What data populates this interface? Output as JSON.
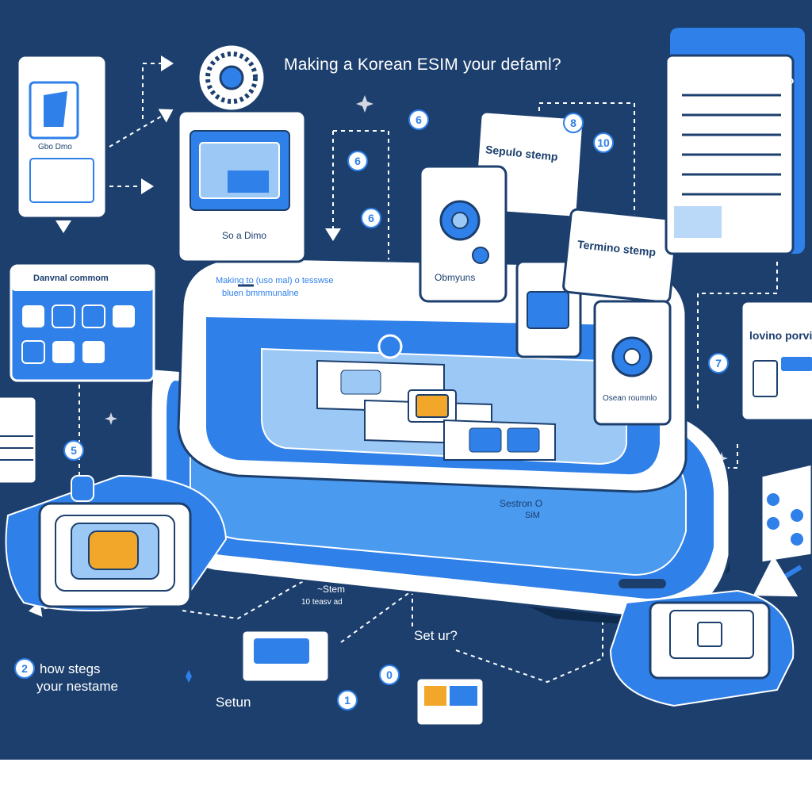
{
  "title": "Making a Korean ESIM your defaml?",
  "labels": {
    "set_up_top": "Set up?",
    "sepulo_stemp": "Sepulo stemp",
    "termino_stemp": "Termino stemp",
    "lovino_porvic": "lovino porvic",
    "danvel_commom": "Danvnal commom",
    "so_a_dimo": "So a Dimo",
    "obmyuns": "Obmyuns",
    "osean_roumnlo": "Osean roumnlo",
    "phone_top_line1": "Making to (uso mal) o tesswse",
    "phone_top_line2": "bluen bmmmunalne",
    "sestra": "Sestron O",
    "sestra2": "SiM",
    "stem": "~Stem",
    "to_teasv": "10 teasv ad",
    "set_up_mid": "Set ur?",
    "how_steps_1": "how stegs",
    "how_steps_2": "your nestame",
    "setun": "Setun",
    "left_card_lbl": "Gbo Dmo"
  },
  "badges": [
    "6",
    "6",
    "10",
    "5",
    "6",
    "8",
    "7",
    "0",
    "1",
    "2"
  ],
  "colors": {
    "background": "#1c3f6e",
    "accent": "#2f80e8",
    "light_accent": "#9cc8f5",
    "card": "#ffffff",
    "chip": "#f2a72a",
    "bottom_band": "#ffffff"
  }
}
